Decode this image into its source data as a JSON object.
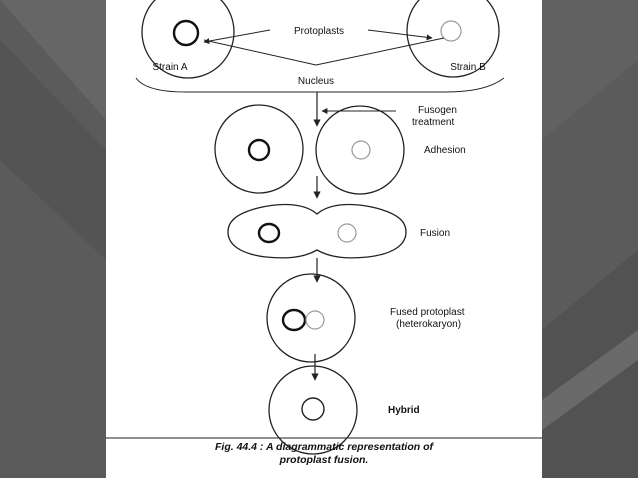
{
  "figure": {
    "labels": {
      "protoplasts": "Protoplasts",
      "strain_a": "Strain A",
      "strain_b": "Strain B",
      "nucleus": "Nucleus",
      "fusogen_line1": "Fusogen",
      "fusogen_line2": "treatment",
      "adhesion": "Adhesion",
      "fusion": "Fusion",
      "fused_line1": "Fused protoplast",
      "fused_line2": "(heterokaryon)",
      "hybrid": "Hybrid"
    },
    "caption_line1": "Fig. 44.4 : A diagrammatic representation of",
    "caption_line2": "protoplast fusion."
  },
  "colors": {
    "slide_background": "#5b5b5b",
    "figure_background": "#ffffff",
    "line": "#222222",
    "faint_nucleus": "#999999"
  }
}
